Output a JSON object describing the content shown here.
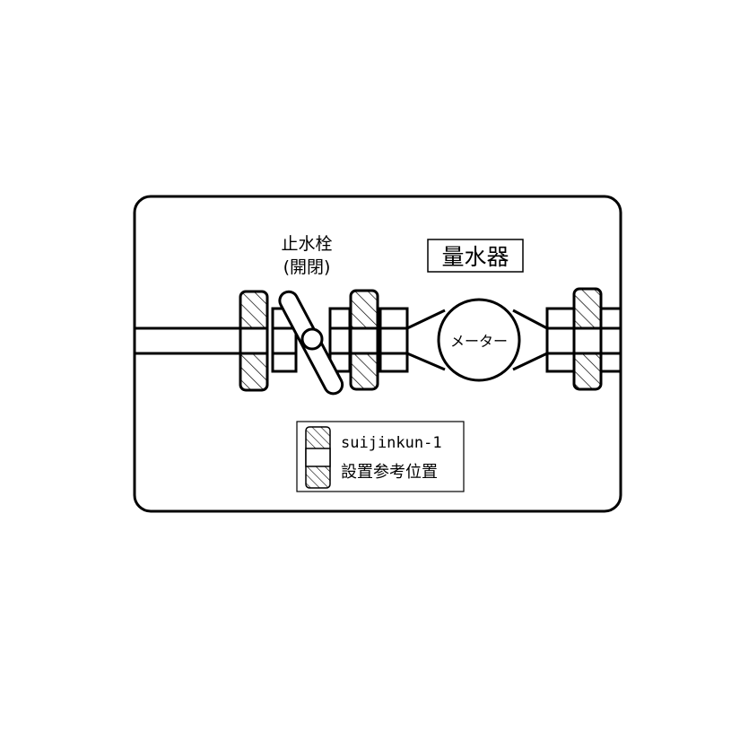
{
  "labels": {
    "stop_valve_line1": "止水栓",
    "stop_valve_line2": "(開閉)",
    "meter_box_title": "量水器",
    "meter": "メーター"
  },
  "legend": {
    "line1": "suijinkun-1",
    "line2": "設置参考位置"
  },
  "colors": {
    "stroke": "#000000",
    "background": "#ffffff"
  }
}
